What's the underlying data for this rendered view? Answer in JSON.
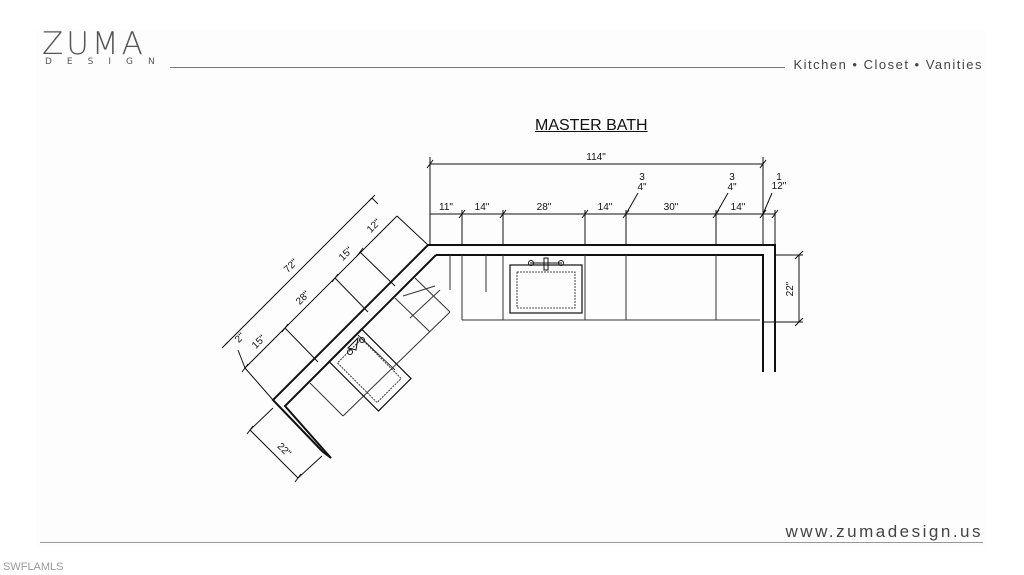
{
  "brand": {
    "name": "ZUMA",
    "sub": "DESIGN",
    "tagline": "Kitchen  •  Closet  •  Vanities",
    "website": "www.zumadesign.us"
  },
  "watermark": "SWFLAMLS",
  "drawing": {
    "title": "MASTER BATH",
    "dims_straight": {
      "overall": "114\"",
      "d1": "11\"",
      "d2": "14\"",
      "d3": "28\"",
      "d4": "14\"",
      "frac1_num": "3",
      "frac1_den": "4\"",
      "d5": "30\"",
      "frac2_num": "3",
      "frac2_den": "4\"",
      "d6": "14\"",
      "frac3_num": "1",
      "frac3_den": "12\"",
      "depth": "22\""
    },
    "dims_angled": {
      "overall": "72\"",
      "d1": "12\"",
      "d2": "15\"",
      "d3": "28\"",
      "d4": "15\"",
      "d5": "2\"",
      "depth": "22\""
    }
  },
  "colors": {
    "line": "#111111",
    "light_line": "#777777",
    "text": "#444444"
  }
}
